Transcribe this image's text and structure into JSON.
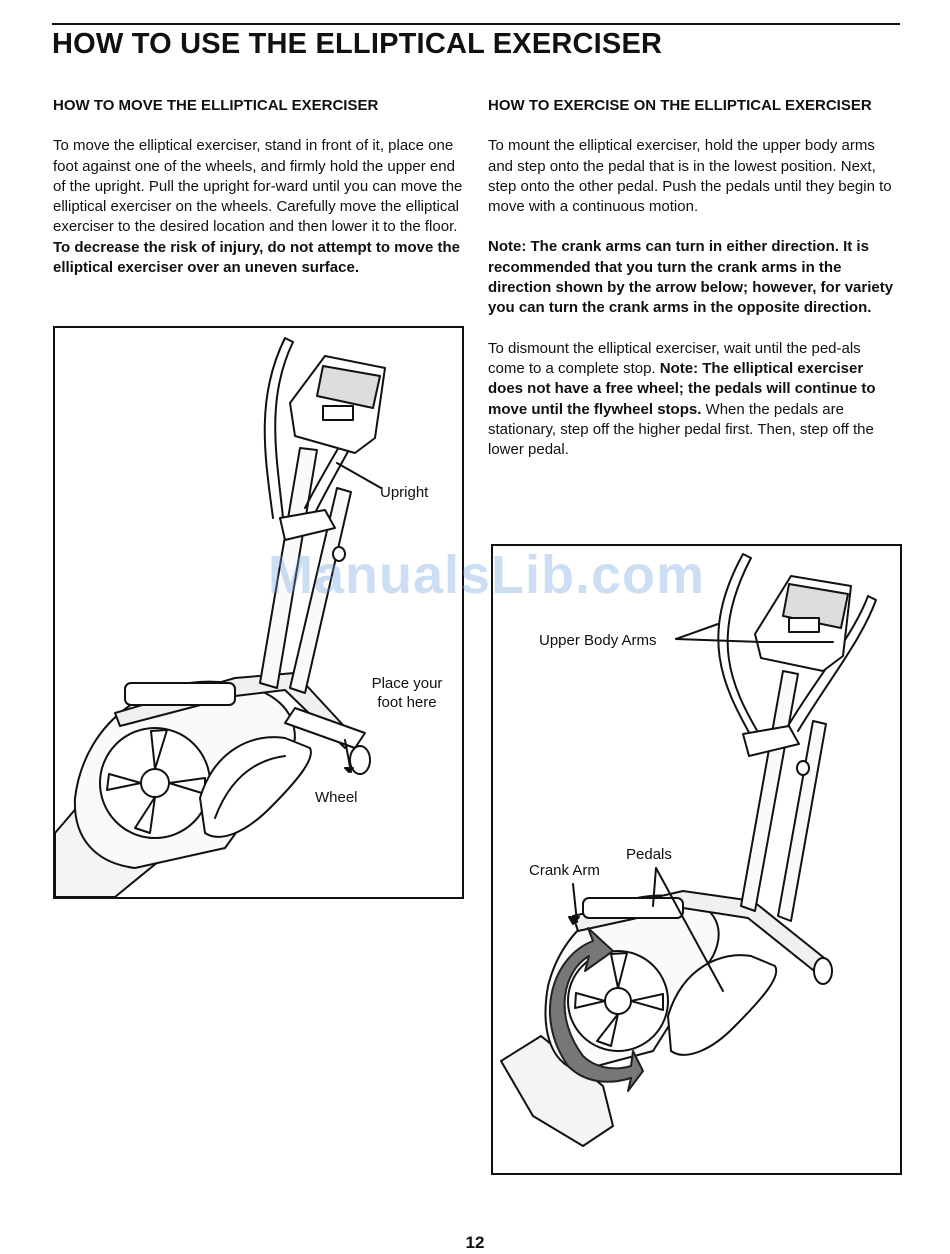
{
  "title": "HOW TO USE THE ELLIPTICAL EXERCISER",
  "left": {
    "heading": "HOW TO MOVE THE ELLIPTICAL EXERCISER",
    "para1_plain": "To move the elliptical exerciser, stand in front of it, place one foot against one of the wheels, and firmly hold the upper end of the upright. Pull the upright for-ward until you can move the elliptical exerciser on the wheels. Carefully move the elliptical exerciser to the desired location and then lower it to the floor. ",
    "para1_bold": "To decrease the risk of injury, do not attempt to move the elliptical exerciser over an uneven surface."
  },
  "right": {
    "heading": "HOW TO EXERCISE ON THE ELLIPTICAL EXERCISER",
    "para1": "To mount the elliptical exerciser, hold the upper body arms and step onto the pedal that is in the lowest position. Next, step onto the other pedal. Push the pedals until they begin to move with a continuous motion.",
    "note": "Note: The crank arms can turn in either direction. It is recommended that you turn the crank arms in the direction shown by the arrow below; however, for variety you can turn the crank arms in the opposite direction.",
    "para3_plain1": "To dismount the elliptical exerciser, wait until the ped-als come to a complete stop. ",
    "para3_bold": "Note: The elliptical exerciser does not have a free wheel; the pedals will continue to move until the flywheel stops.",
    "para3_plain2": " When the pedals are stationary, step off the higher pedal first. Then, step off the lower pedal."
  },
  "figure1": {
    "labels": {
      "upright": "Upright",
      "foot": "Place your foot here",
      "wheel": "Wheel"
    }
  },
  "figure2": {
    "labels": {
      "upper_body_arms": "Upper Body Arms",
      "pedals": "Pedals",
      "crank_arm": "Crank Arm"
    }
  },
  "watermark": "ManualsLib.com",
  "page_number": "12"
}
